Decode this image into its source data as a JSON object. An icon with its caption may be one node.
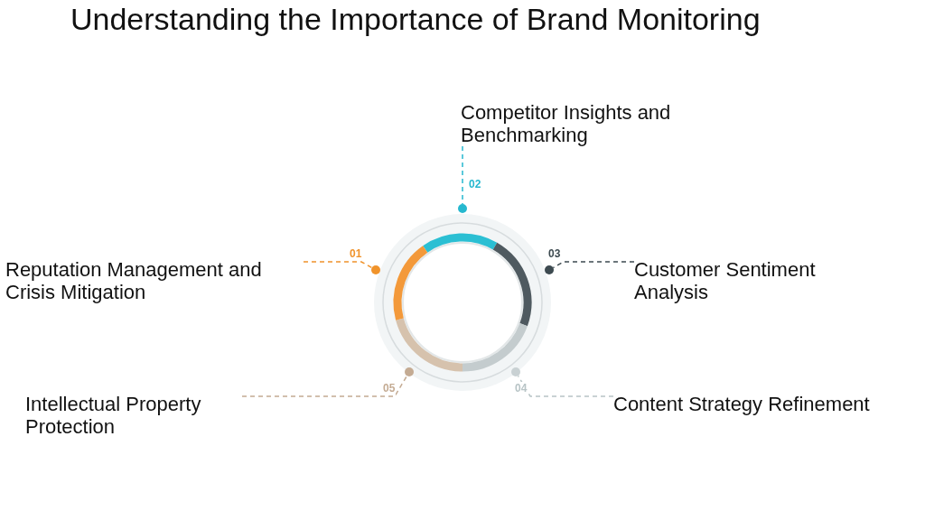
{
  "diagram": {
    "title": "Understanding the Importance of Brand Monitoring",
    "nodes": [
      {
        "text": [
          "Competitor Insights and Benchmarking"
        ]
      },
      {
        "text": [
          "Reputation Management and Crisis Mitigation"
        ]
      },
      {
        "text": [
          "Customer Sentiment Analysis"
        ]
      },
      {
        "text": [
          "Intellectual Property Protection"
        ]
      },
      {
        "text": [
          "Content Strategy Refinement"
        ]
      },
      {
        "text": [],
        "shape": "circle"
      },
      {
        "text": [],
        "shape": "circle"
      },
      {
        "text": [],
        "shape": "circle"
      },
      {
        "text": [],
        "shape": "circle"
      },
      {
        "text": [],
        "shape": "circle"
      }
    ],
    "edges": [
      {
        "from": 1,
        "to": 5,
        "arrow": "none",
        "label": "01",
        "style": "dashed",
        "color": "#f0932b"
      },
      {
        "from": 0,
        "to": 7,
        "arrow": "none",
        "label": "02",
        "style": "dashed",
        "color": "#26b8cf"
      },
      {
        "from": 2,
        "to": 9,
        "arrow": "none",
        "label": "03",
        "style": "dashed",
        "color": "#3d4a50"
      },
      {
        "from": 4,
        "to": 8,
        "arrow": "none",
        "label": "04",
        "style": "dashed",
        "color": "#b8c4c6"
      },
      {
        "from": 3,
        "to": 6,
        "arrow": "none",
        "label": "05",
        "style": "dashed",
        "color": "#c4ab93"
      }
    ]
  }
}
